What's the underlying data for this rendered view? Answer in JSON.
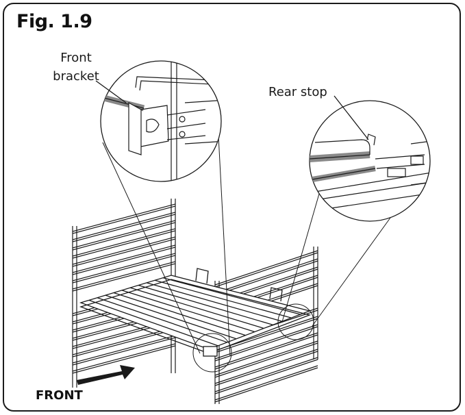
{
  "figure": {
    "title": "Fig. 1.9",
    "front_bracket_label": "Front\nbracket",
    "rear_stop_label": "Rear stop",
    "front_label": "FRONT"
  },
  "colors": {
    "line": "#1a1a1a",
    "rack_gray": "#9a9a9a",
    "background": "#ffffff"
  },
  "icons": {
    "direction_arrow": "arrow-right-icon"
  }
}
